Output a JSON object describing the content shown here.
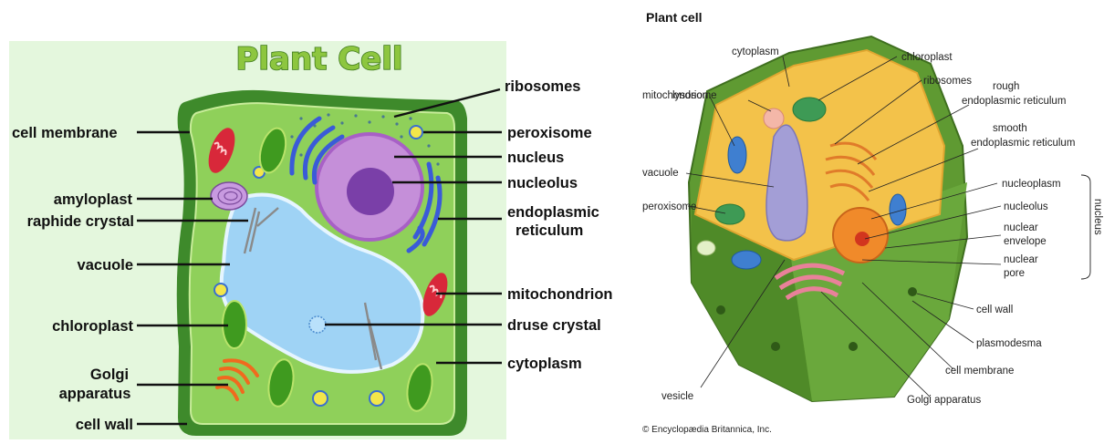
{
  "left_diagram": {
    "title": "Plant Cell",
    "labels": {
      "cell_membrane": "cell membrane",
      "amyloplast": "amyloplast",
      "raphide_crystal": "raphide crystal",
      "vacuole": "vacuole",
      "chloroplast": "chloroplast",
      "golgi_line1": "Golgi",
      "golgi_line2": "apparatus",
      "cell_wall": "cell wall",
      "ribosomes": "ribosomes",
      "peroxisome": "peroxisome",
      "nucleus": "nucleus",
      "nucleolus": "nucleolus",
      "er_line1": "endoplasmic",
      "er_line2": "reticulum",
      "mitochondrion": "mitochondrion",
      "druse_crystal": "druse crystal",
      "cytoplasm": "cytoplasm"
    },
    "colors": {
      "background": "#e4f7dd",
      "cell_wall": "#3e8a2b",
      "cytoplasm": "#8fd05a",
      "vacuole": "#9fd3f5",
      "nucleus": "#c58fd9",
      "nucleolus": "#7a3fa8",
      "mitochondrion": "#d8283a",
      "chloroplast": "#3f9a1f",
      "golgi": "#f06a1e",
      "er": "#3a5bd8"
    }
  },
  "right_diagram": {
    "title": "Plant cell",
    "copyright": "© Encyclopædia Britannica, Inc.",
    "labels": {
      "cytoplasm": "cytoplasm",
      "chloroplast": "chloroplast",
      "lysosome": "lysosome",
      "ribosomes": "ribosomes",
      "rough_er_1": "rough",
      "rough_er_2": "endoplasmic reticulum",
      "mitochondrion": "mitochondrion",
      "smooth_er_1": "smooth",
      "smooth_er_2": "endoplasmic reticulum",
      "vacuole": "vacuole",
      "nucleoplasm": "nucleoplasm",
      "peroxisome": "peroxisome",
      "nucleolus": "nucleolus",
      "nuclear_envelope_1": "nuclear",
      "nuclear_envelope_2": "envelope",
      "nuclear_pore_1": "nuclear",
      "nuclear_pore_2": "pore",
      "nucleus_bracket": "nucleus",
      "cell_wall": "cell wall",
      "plasmodesma": "plasmodesma",
      "cell_membrane": "cell membrane",
      "golgi_apparatus": "Golgi apparatus",
      "vesicle": "vesicle"
    },
    "colors": {
      "outer_wall": "#6ea83a",
      "cytoplasm": "#f3c24a",
      "vacuole": "#a39ed6",
      "nucleus": "#f08a2a",
      "golgi": "#e9819a",
      "mitochondrion": "#3f7fd0",
      "chloroplast": "#3e9a55"
    }
  }
}
